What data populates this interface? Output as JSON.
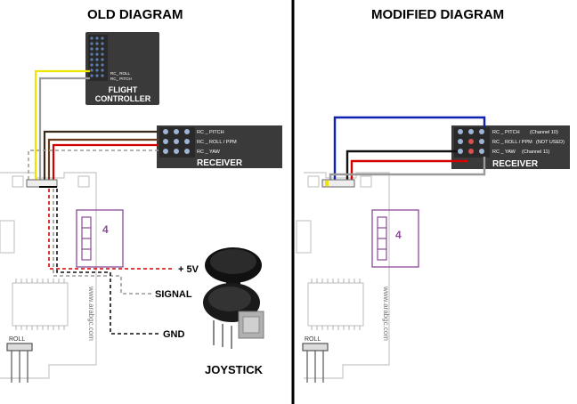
{
  "left": {
    "title": "OLD DIAGRAM",
    "flight_controller": {
      "line1": "FLIGHT",
      "line2": "CONTROLLER",
      "pin_roll": "RC_ ROLL",
      "pin_pitch": "RC_ PITCH"
    },
    "receiver": {
      "label": "RECEIVER",
      "ch1": "RC _ PITCH",
      "ch2": "RC _ ROLL / PPM",
      "ch3": "RC _ YAW"
    },
    "board_number": "4",
    "watermark": "www.arabgc.com",
    "roll": "ROLL",
    "joystick": {
      "plus5v": "+ 5V",
      "signal": "SIGNAL",
      "gnd": "GND",
      "title": "JOYSTICK"
    }
  },
  "right": {
    "title": "MODIFIED DIAGRAM",
    "receiver": {
      "label": "RECEIVER",
      "ch1_name": "RC _ PITCH",
      "ch1_note": "(Channel 10)",
      "ch2_name": "RC _ ROLL / PPM",
      "ch2_note": "(NOT USED)",
      "ch3_name": "RC _ YAW",
      "ch3_note": "(Channel 11)"
    },
    "board_number": "4",
    "watermark": "www.arabgc.com",
    "roll": "ROLL"
  },
  "colors": {
    "red_wire": "#d40000",
    "black_wire": "#111111",
    "white_wire": "#9a9a9a",
    "yellow_wire": "#f2e400",
    "brown_wire": "#6b3a1e",
    "blue_wire": "#1020b0",
    "board_outline": "#c8c8c8",
    "purple": "#8a4a96",
    "module_fill": "#3a3a3a"
  }
}
